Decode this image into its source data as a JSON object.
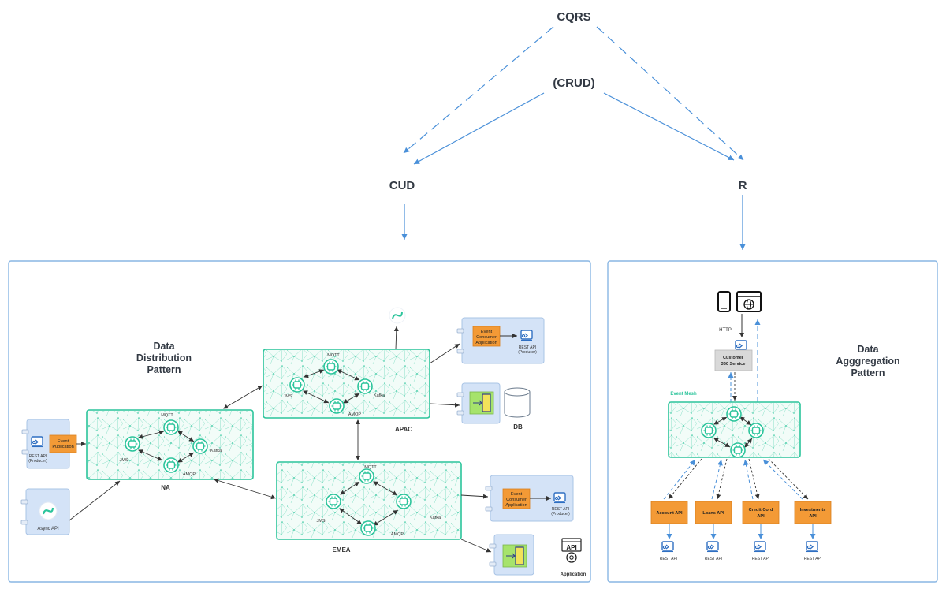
{
  "top": {
    "cqrs": "CQRS",
    "crud": "(CRUD)",
    "cud": "CUD",
    "r": "R"
  },
  "distribution": {
    "title_lines": [
      "Data",
      "Distribution",
      "Pattern"
    ],
    "regions": {
      "na": "NA",
      "apac": "APAC",
      "emea": "EMEA"
    },
    "protocols": {
      "mqtt": "MQTT",
      "jms": "JMS",
      "kafka": "Kafka",
      "amqp": "AMQP"
    },
    "producer": {
      "api": "REST API",
      "role": "(Producer)",
      "event_lines": [
        "Event",
        "Publication"
      ]
    },
    "async_api": "Async API",
    "consumer": {
      "lines": [
        "Event",
        "Consumer",
        "Application"
      ],
      "api": "REST API",
      "role": "(Producer)"
    },
    "db": "DB",
    "application": "Application",
    "api_badge": "API"
  },
  "aggregation": {
    "title_lines": [
      "Data",
      "Agggregation",
      "Pattern"
    ],
    "http": "HTTP",
    "customer_lines": [
      "Customer",
      "360 Service"
    ],
    "event_mesh": "Event Mesh",
    "apis": [
      {
        "lines": [
          "Account API"
        ]
      },
      {
        "lines": [
          "Loans API"
        ]
      },
      {
        "lines": [
          "Credit Cord",
          "API"
        ]
      },
      {
        "lines": [
          "Investments",
          "API"
        ]
      }
    ],
    "rest_api": "REST API"
  },
  "colors": {
    "accent": "#4a90d9",
    "mesh": "#2bc49b",
    "orange": "#f39a36",
    "panel": "#d4e3f7"
  }
}
